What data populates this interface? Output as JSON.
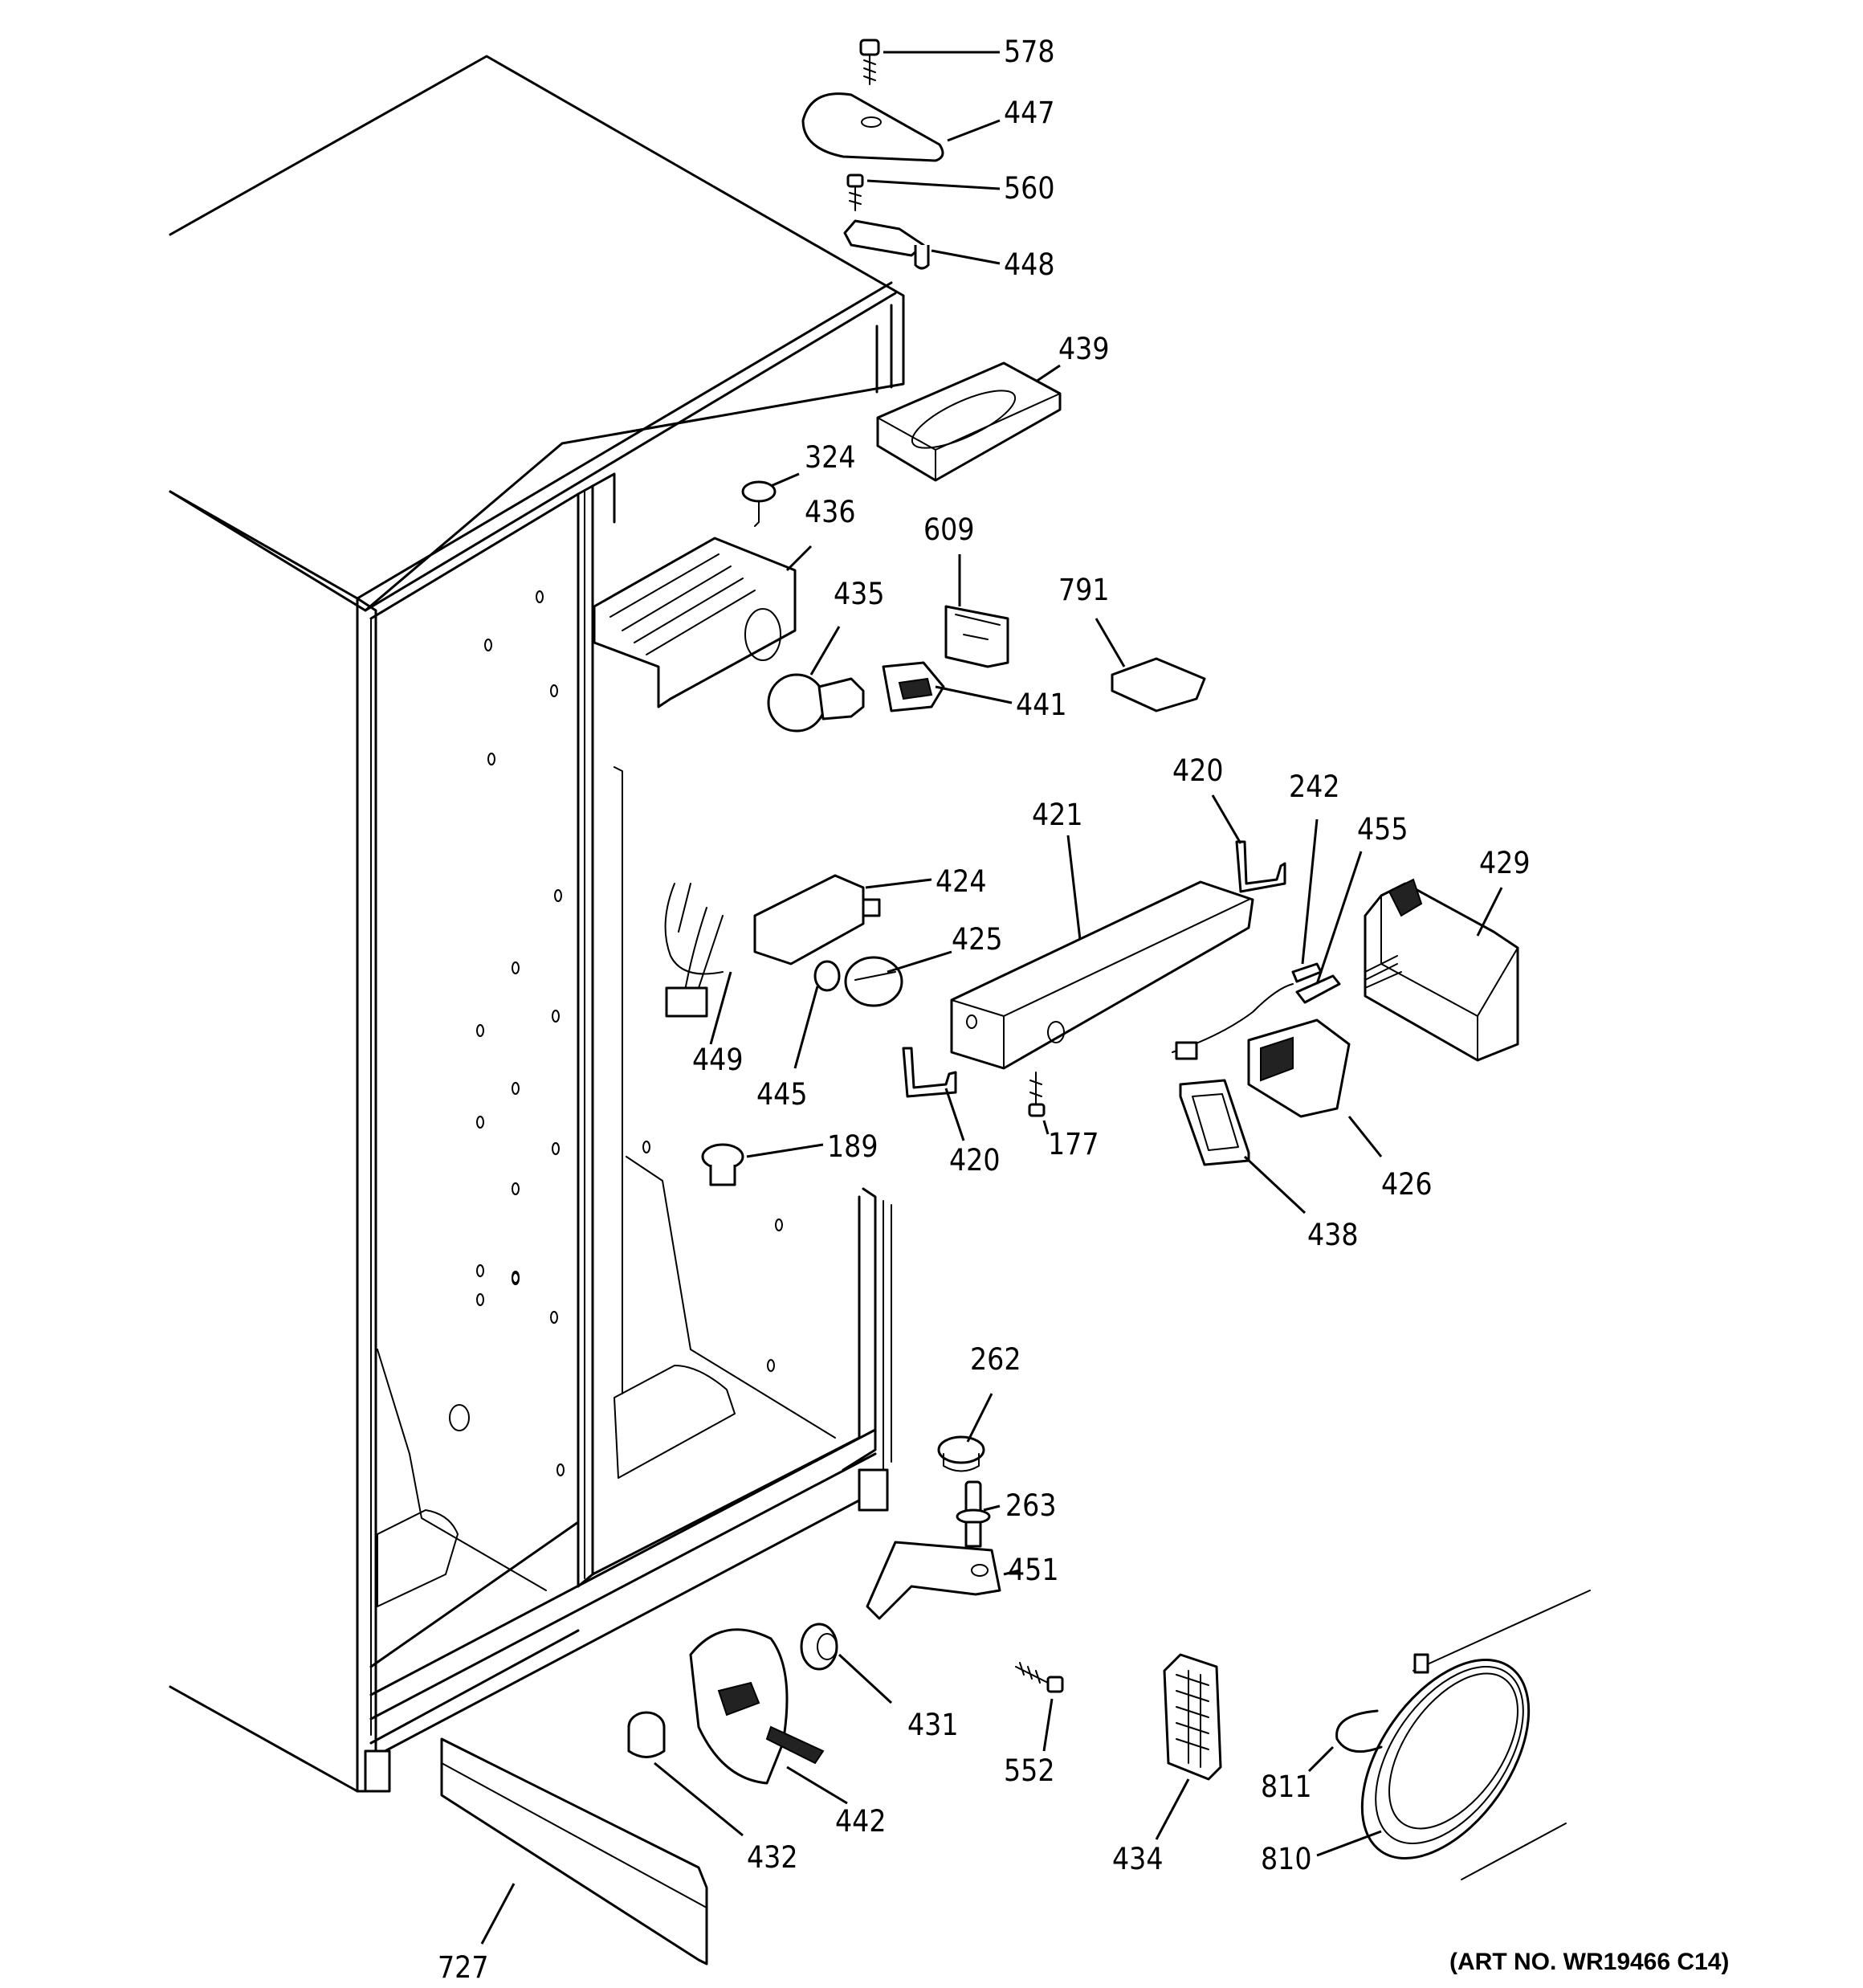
{
  "art_number": "(ART NO. WR19466 C14)",
  "callouts": {
    "c578": "578",
    "c447": "447",
    "c560": "560",
    "c448": "448",
    "c439": "439",
    "c324": "324",
    "c436": "436",
    "c609": "609",
    "c435": "435",
    "c791": "791",
    "c441": "441",
    "c420a": "420",
    "c242": "242",
    "c455": "455",
    "c421": "421",
    "c429": "429",
    "c424": "424",
    "c425": "425",
    "c449": "449",
    "c445": "445",
    "c420b": "420",
    "c177": "177",
    "c426": "426",
    "c189": "189",
    "c438": "438",
    "c262": "262",
    "c263": "263",
    "c451": "451",
    "c431": "431",
    "c552": "552",
    "c811": "811",
    "c442": "442",
    "c432": "432",
    "c434": "434",
    "c810": "810",
    "c727": "727"
  }
}
